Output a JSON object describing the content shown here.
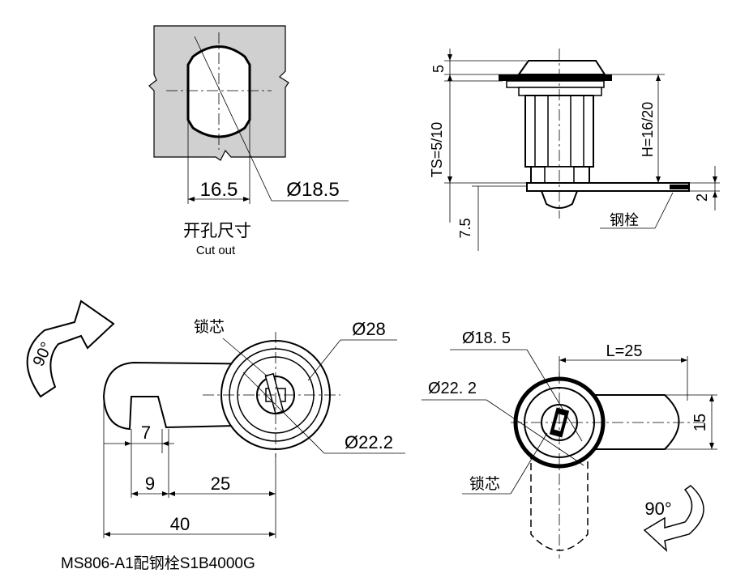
{
  "cutout": {
    "width_label": "16.5",
    "diameter_label": "Ø18.5",
    "caption_cn": "开孔尺寸",
    "caption_en": "Cut out"
  },
  "side_view": {
    "top_thickness": "5",
    "ts_label": "TS=5/10",
    "h_label": "H=16/20",
    "bottom_offset": "7.5",
    "cam_thickness": "2",
    "cam_label": "钢栓"
  },
  "front_view": {
    "rotation": "90°",
    "core_label": "锁芯",
    "outer_diameter": "Ø28",
    "inner_diameter": "Ø22.2",
    "dim_7": "7",
    "dim_9": "9",
    "dim_25": "25",
    "dim_40": "40",
    "model_caption": "MS806-A1配钢栓S1B4000G"
  },
  "rear_view": {
    "d185_label": "Ø18. 5",
    "d222_label": "Ø22. 2",
    "length_label": "L=25",
    "width_label": "15",
    "core_label": "锁芯",
    "rotation": "90°"
  }
}
